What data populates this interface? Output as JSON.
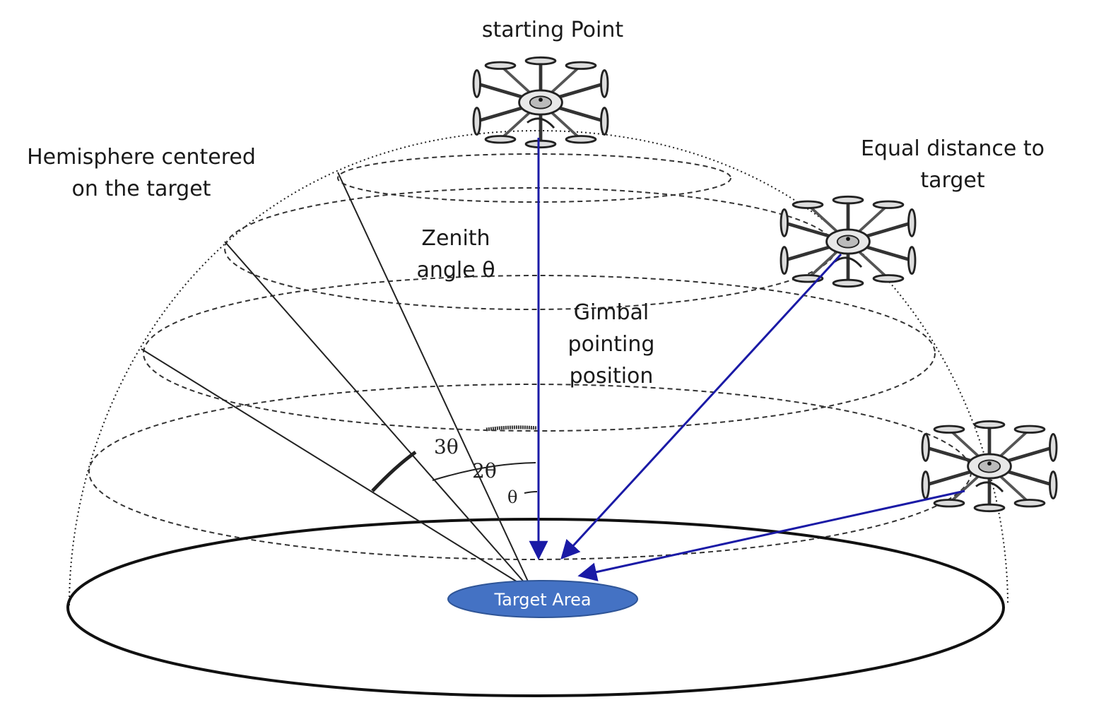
{
  "labels": {
    "starting_point": "starting Point",
    "hemisphere": "Hemisphere centered\non the target",
    "equal_distance": "Equal distance to\ntarget",
    "zenith_angle": "Zenith\nangle θ",
    "gimbal": "Gimbal\npointing\nposition",
    "target_area": "Target Area"
  },
  "angle_labels": {
    "theta": "θ",
    "two_theta": "2θ",
    "three_theta": "3θ"
  },
  "colors": {
    "pointing_arrow": "#1a1aa6",
    "target_fill": "#4472c4",
    "target_text": "#ffffff",
    "lines": "#1a1a1a"
  },
  "icons": [
    "drone-icon"
  ]
}
